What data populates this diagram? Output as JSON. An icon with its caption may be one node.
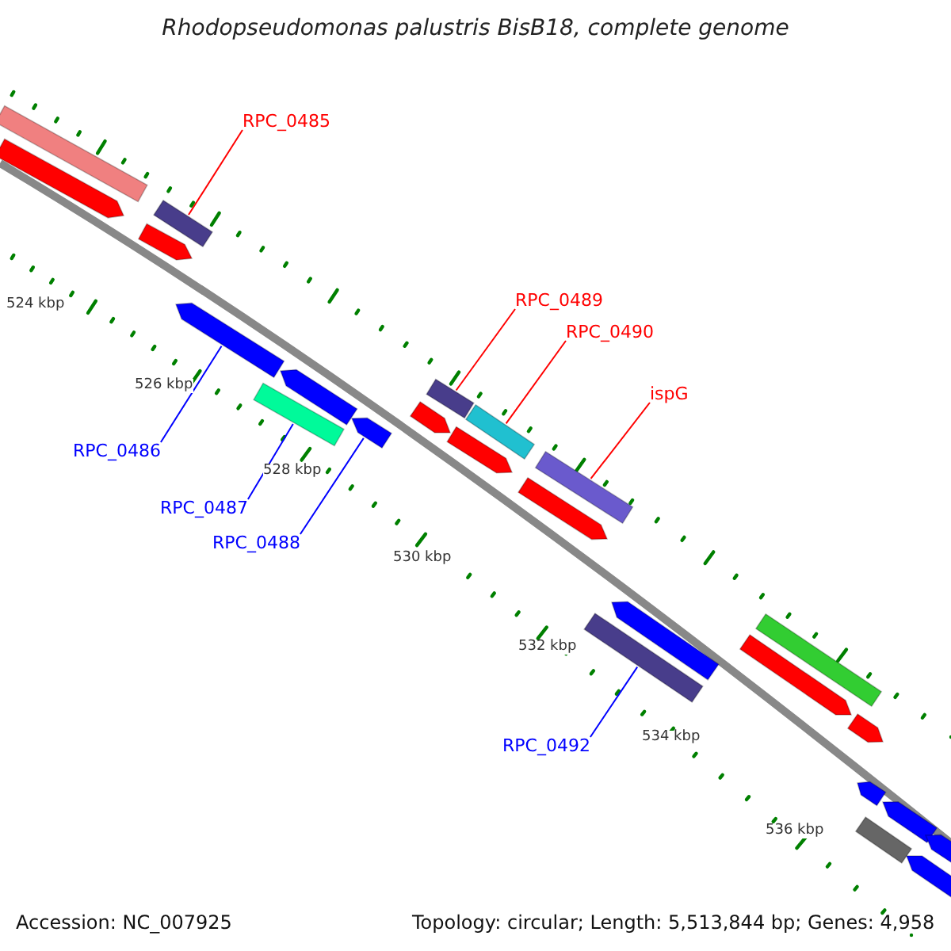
{
  "diagram": {
    "title": "Rhodopseudomonas palustris BisB18, complete genome",
    "nodes": [
      {
        "text": [
          "RPC_0485"
        ]
      },
      {
        "text": [],
        "shape": "bar"
      },
      {
        "text": [
          "RPC_0489"
        ]
      },
      {
        "text": [],
        "shape": "bar"
      },
      {
        "text": [
          "RPC_0490"
        ]
      },
      {
        "text": [],
        "shape": "bar"
      },
      {
        "text": [
          "ispG"
        ]
      },
      {
        "text": [],
        "shape": "bar"
      },
      {
        "text": [
          "RPC_0486"
        ]
      },
      {
        "text": [],
        "shape": "bar"
      },
      {
        "text": [
          "RPC_0487"
        ]
      },
      {
        "text": [],
        "shape": "bar"
      },
      {
        "text": [
          "RPC_0488"
        ]
      },
      {
        "text": [],
        "shape": "bar"
      },
      {
        "text": [
          "RPC_0492"
        ]
      },
      {
        "text": [],
        "shape": "bar"
      },
      {
        "text": [],
        "shape": "bar"
      },
      {
        "text": [],
        "shape": "bar"
      },
      {
        "text": [],
        "shape": "bar"
      },
      {
        "text": [],
        "shape": "bar"
      },
      {
        "text": [],
        "shape": "bar"
      },
      {
        "text": [],
        "shape": "bar"
      },
      {
        "text": [],
        "shape": "bar"
      },
      {
        "text": [],
        "shape": "bar"
      },
      {
        "text": [],
        "shape": "bar"
      },
      {
        "text": [],
        "shape": "bar"
      },
      {
        "text": [],
        "shape": "bar"
      },
      {
        "text": [],
        "shape": "bar"
      },
      {
        "text": [],
        "shape": "bar"
      },
      {
        "text": [],
        "shape": "bar"
      },
      {
        "text": [],
        "shape": "bar"
      },
      {
        "text": [],
        "shape": "bar"
      }
    ],
    "edges": [
      {
        "from": 0,
        "to": 1,
        "arrow": "none"
      },
      {
        "from": 2,
        "to": 3,
        "arrow": "none"
      },
      {
        "from": 4,
        "to": 5,
        "arrow": "none"
      },
      {
        "from": 6,
        "to": 7,
        "arrow": "none"
      },
      {
        "from": 8,
        "to": 9,
        "arrow": "none",
        "color": "#0000ff"
      },
      {
        "from": 10,
        "to": 11,
        "arrow": "none",
        "color": "#0000ff"
      },
      {
        "from": 12,
        "to": 13,
        "arrow": "none",
        "color": "#0000ff"
      },
      {
        "from": 14,
        "to": 15,
        "arrow": "none",
        "color": "#0000ff"
      }
    ],
    "labels": [
      "524 kbp",
      "526 kbp",
      "528 kbp",
      "530 kbp",
      "532 kbp",
      "534 kbp",
      "536 kbp",
      "Accession: NC_007925",
      "Topology: circular; Length: 5,513,844 bp; Genes: 4,958"
    ]
  }
}
